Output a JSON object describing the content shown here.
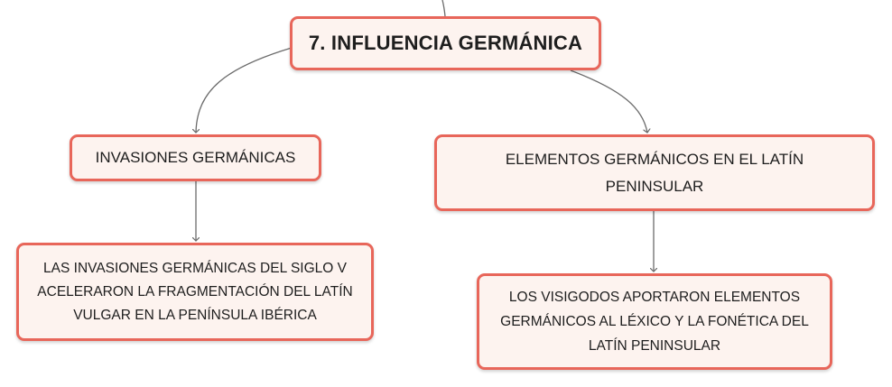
{
  "root": {
    "label": "7. INFLUENCIA GERMÁNICA"
  },
  "nodes": {
    "invasions": {
      "label": "INVASIONES GERMÁNICAS"
    },
    "invasions_detail": {
      "label": "LAS INVASIONES GERMÁNICAS DEL SIGLO V ACELERARON LA FRAGMENTACIÓN DEL LATÍN VULGAR EN LA PENÍNSULA IBÉRICA"
    },
    "germanic_elements": {
      "label": "ELEMENTOS GERMÁNICOS EN EL LATÍN PENINSULAR"
    },
    "germanic_elements_detail": {
      "label": "LOS VISIGODOS APORTARON ELEMENTOS GERMÁNICOS AL LÉXICO Y LA FONÉTICA DEL LATÍN PENINSULAR"
    }
  },
  "colors": {
    "node_border": "#e8665a",
    "node_fill": "#fdf3ef",
    "connector": "#6b6b6b",
    "text": "#1e1e1e"
  }
}
